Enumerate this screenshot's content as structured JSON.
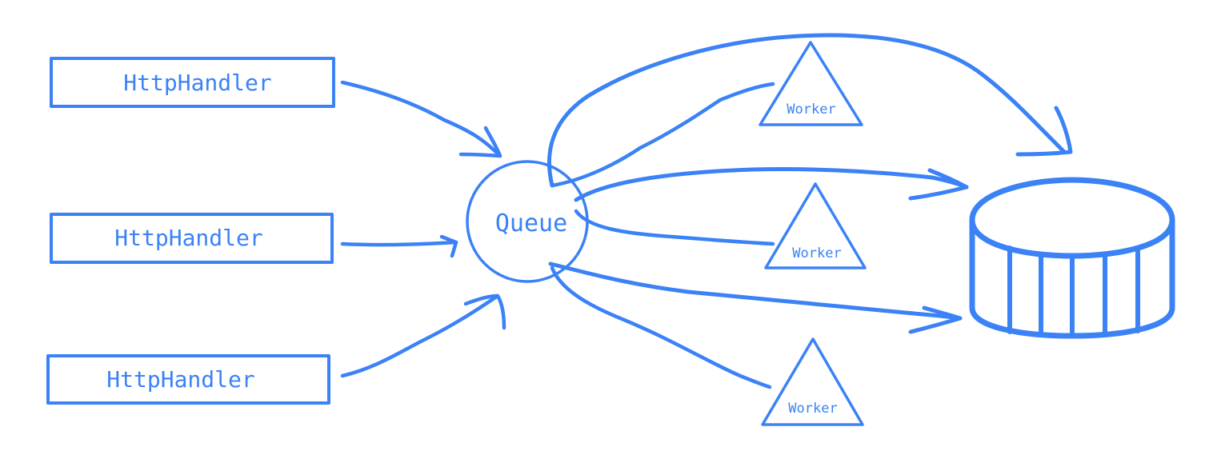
{
  "diagram": {
    "color": "#3b82f6",
    "handlers": [
      "HttpHandler",
      "HttpHandler",
      "HttpHandler"
    ],
    "queue_label": "Queue",
    "workers": [
      "Worker",
      "Worker",
      "Worker"
    ],
    "database_icon": "database-cylinder"
  }
}
